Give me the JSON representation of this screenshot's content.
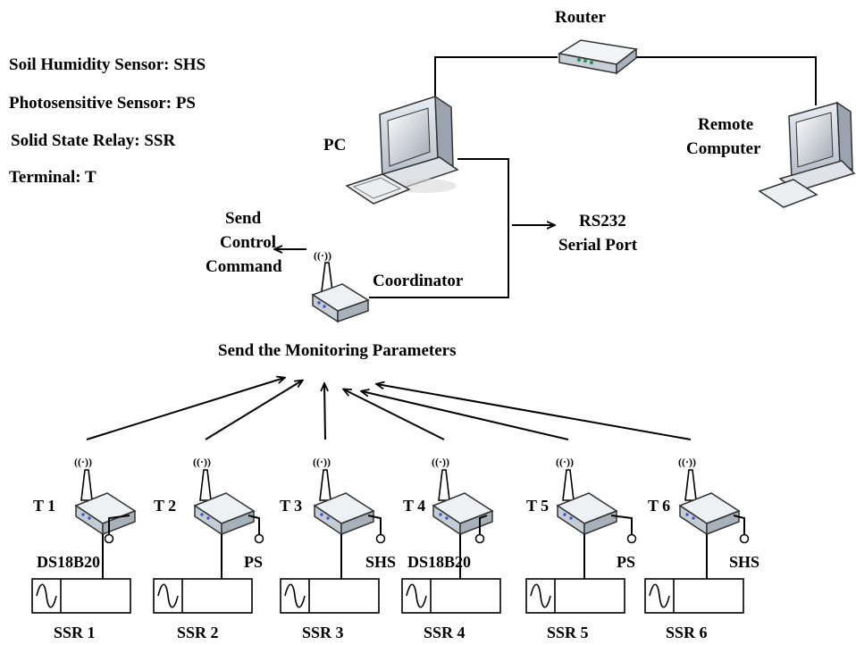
{
  "legend": [
    "Soil Humidity Sensor: SHS",
    "Photosensitive Sensor: PS",
    "Solid State Relay: SSR",
    "Terminal: T"
  ],
  "labels": {
    "router": "Router",
    "pc": "PC",
    "remote_line1": "Remote",
    "remote_line2": "Computer",
    "rs232_line1": "RS232",
    "rs232_line2": "Serial Port",
    "send_cmd_line1": "Send",
    "send_cmd_line2": "Control",
    "send_cmd_line3": "Command",
    "coordinator": "Coordinator",
    "monitoring": "Send the Monitoring Parameters"
  },
  "terminals": [
    {
      "name": "T 1",
      "sensor": "DS18B20",
      "ssr": "SSR 1"
    },
    {
      "name": "T 2",
      "sensor": "PS",
      "ssr": "SSR 2"
    },
    {
      "name": "T 3",
      "sensor": "SHS",
      "ssr": "SSR 3"
    },
    {
      "name": "T 4",
      "sensor": "DS18B20",
      "ssr": "SSR 4"
    },
    {
      "name": "T 5",
      "sensor": "PS",
      "ssr": "SSR 5"
    },
    {
      "name": "T 6",
      "sensor": "SHS",
      "ssr": "SSR 6"
    }
  ],
  "antenna_glyph": "((·))"
}
